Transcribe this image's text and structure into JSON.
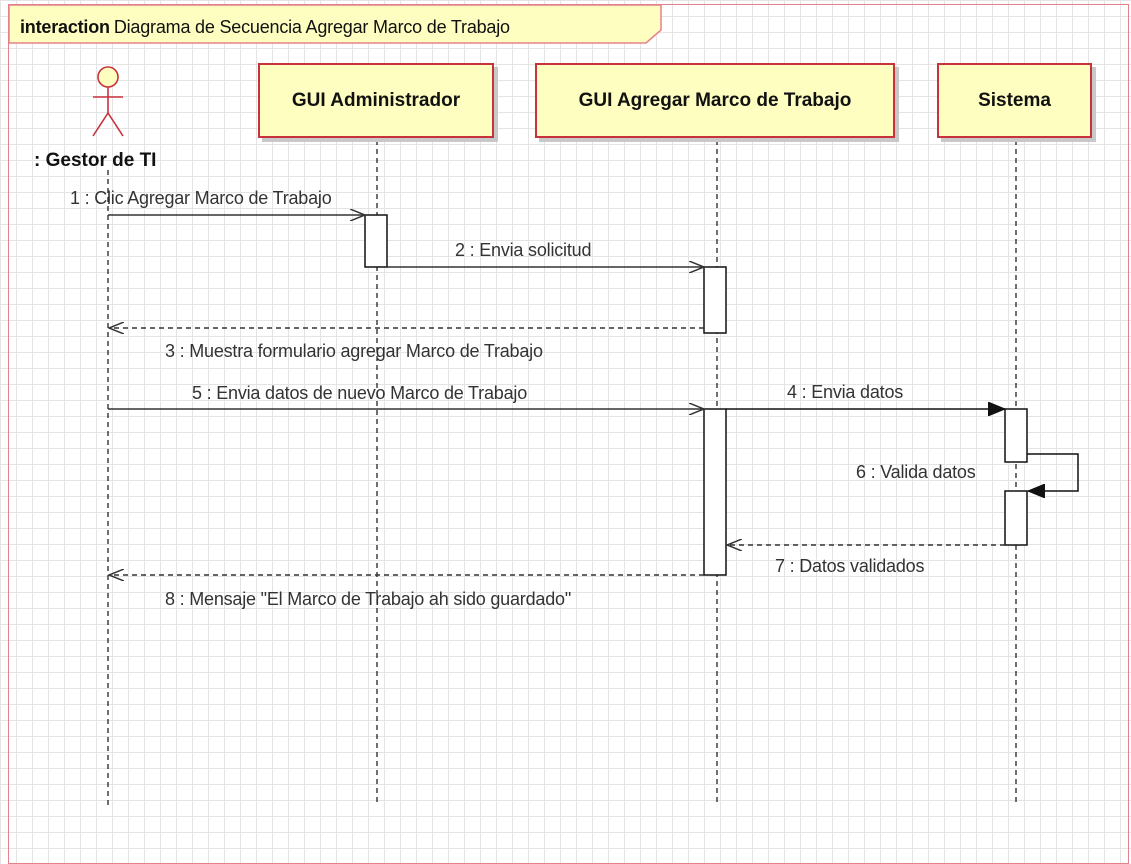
{
  "frame": {
    "keyword": "interaction",
    "title": "Diagrama de Secuencia Agregar Marco de Trabajo"
  },
  "actor": {
    "label": ": Gestor de TI"
  },
  "lifelines": [
    {
      "label": "GUI Administrador"
    },
    {
      "label": "GUI Agregar Marco de Trabajo"
    },
    {
      "label": "Sistema"
    }
  ],
  "messages": [
    {
      "label": "1 : Clic Agregar Marco de Trabajo",
      "kind": "synchronous"
    },
    {
      "label": "2 : Envia solicitud",
      "kind": "synchronous"
    },
    {
      "label": "3 : Muestra formulario agregar Marco de Trabajo",
      "kind": "reply"
    },
    {
      "label": "5 : Envia datos de nuevo Marco de Trabajo",
      "kind": "synchronous"
    },
    {
      "label": "4 : Envia datos",
      "kind": "filled-arrow"
    },
    {
      "label": "6 : Valida datos",
      "kind": "self-call"
    },
    {
      "label": "7 : Datos validados",
      "kind": "reply"
    },
    {
      "label": "8 : Mensaje \"El Marco de Trabajo ah sido guardado\"",
      "kind": "reply"
    }
  ],
  "colors": {
    "frame_border": "#e6808a",
    "lifeline_fill": "#fefec0",
    "lifeline_border": "#c8323c",
    "actor_stroke": "#c8323c",
    "actor_fill": "#fefec0"
  }
}
